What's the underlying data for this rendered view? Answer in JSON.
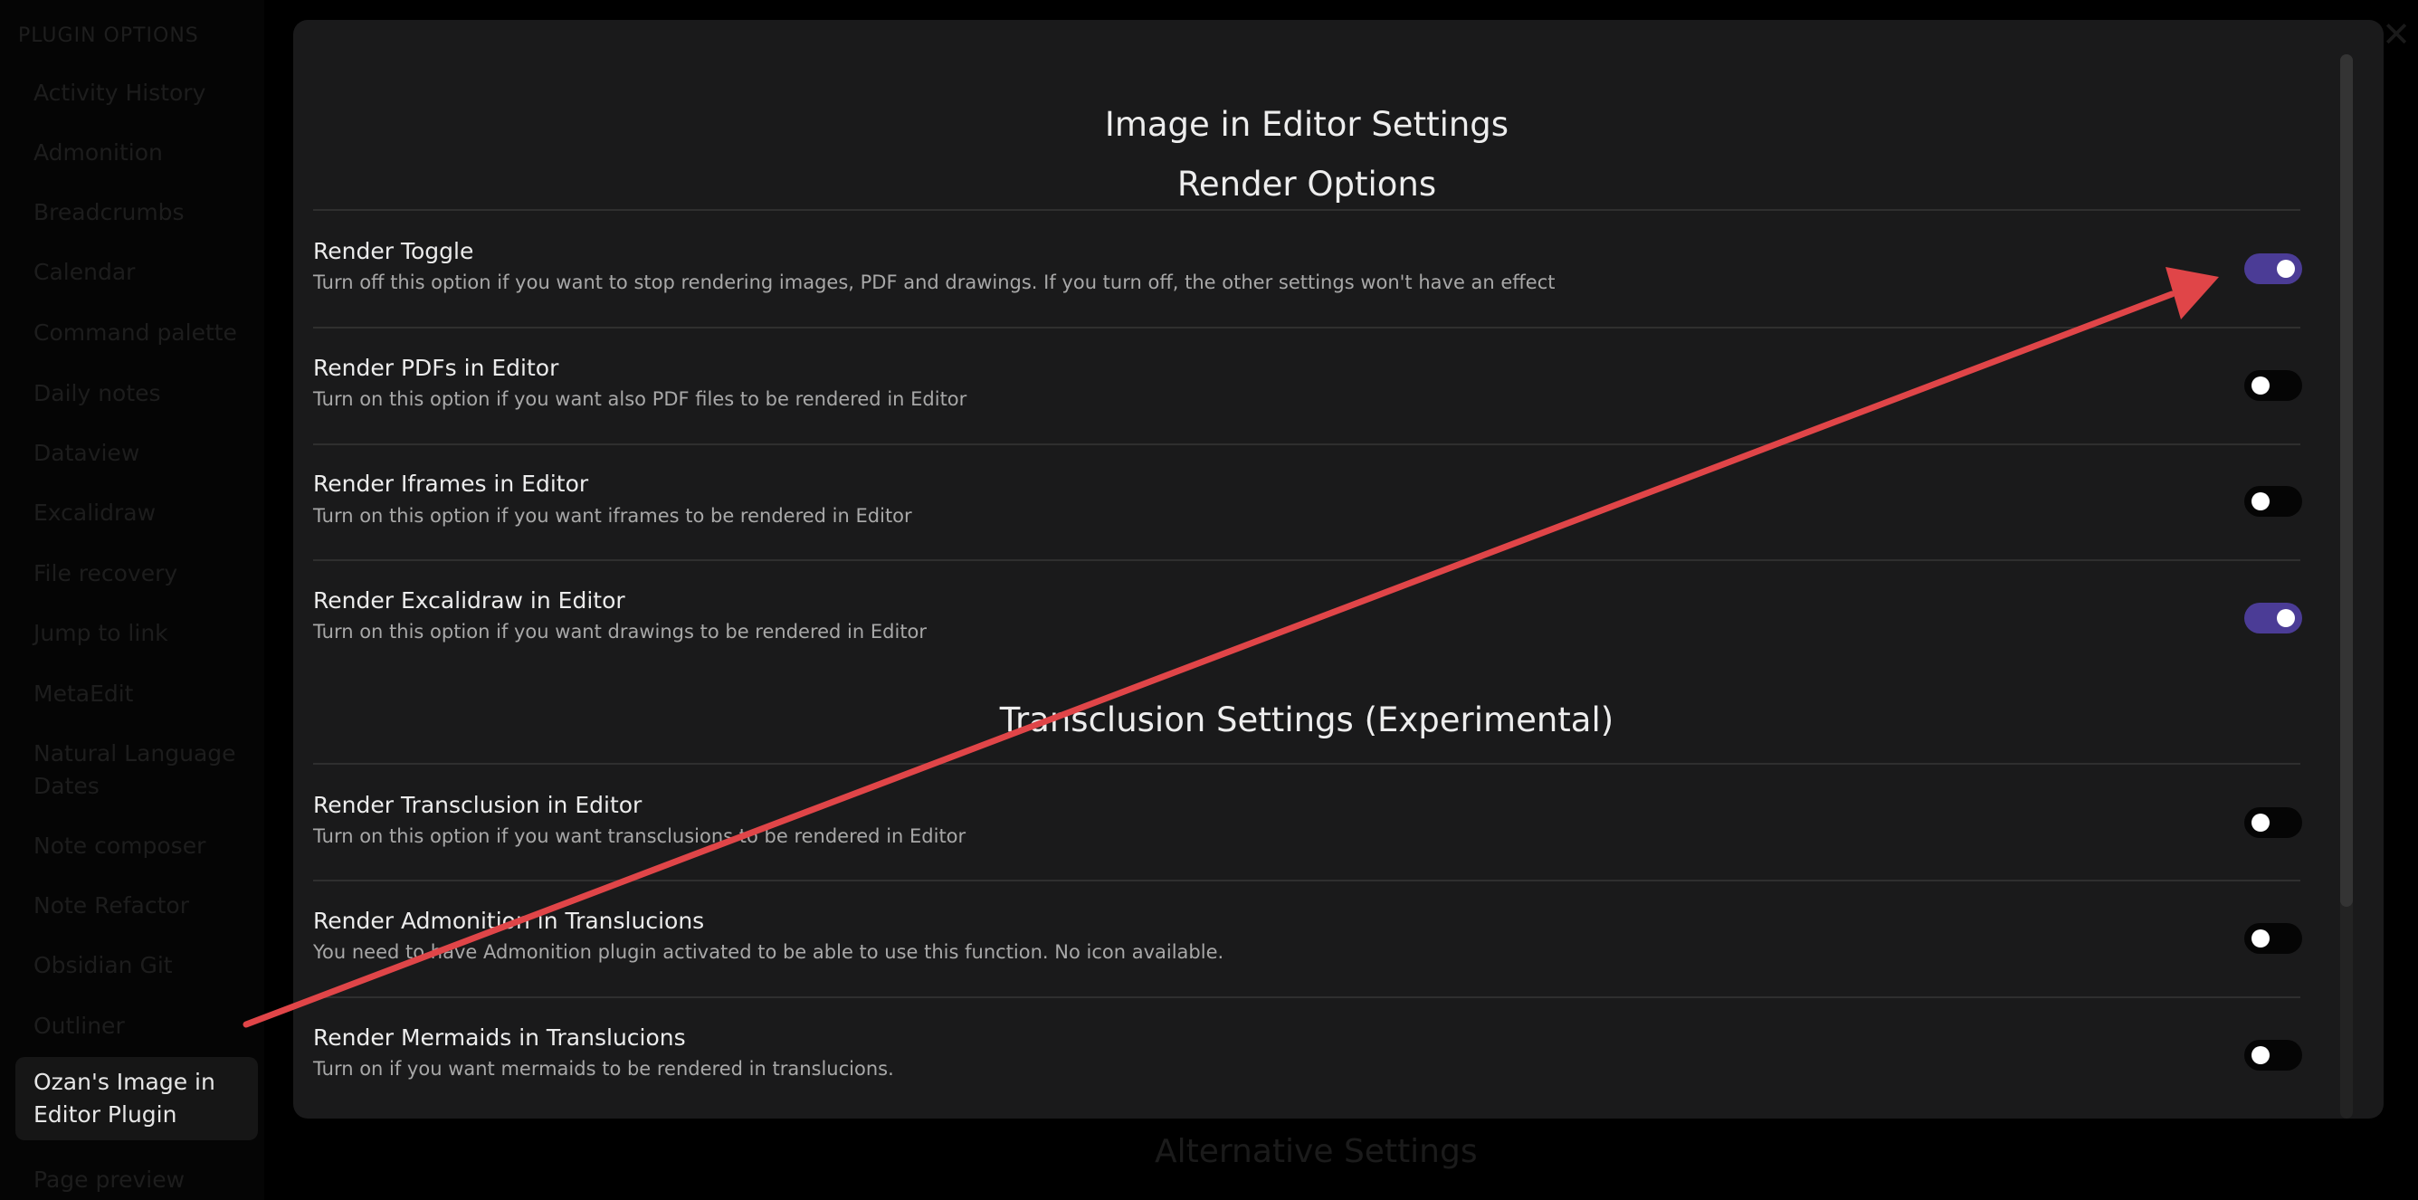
{
  "sidebar": {
    "header": "Plugin options",
    "items": [
      {
        "label": "Activity History"
      },
      {
        "label": "Admonition"
      },
      {
        "label": "Breadcrumbs"
      },
      {
        "label": "Calendar"
      },
      {
        "label": "Command palette"
      },
      {
        "label": "Daily notes"
      },
      {
        "label": "Dataview"
      },
      {
        "label": "Excalidraw"
      },
      {
        "label": "File recovery"
      },
      {
        "label": "Jump to link"
      },
      {
        "label": "MetaEdit"
      },
      {
        "label": "Natural Language Dates"
      },
      {
        "label": "Note composer"
      },
      {
        "label": "Note Refactor"
      },
      {
        "label": "Obsidian Git"
      },
      {
        "label": "Outliner"
      },
      {
        "label": "Ozan's Image in Editor Plugin",
        "active": true
      },
      {
        "label": "Page preview"
      }
    ]
  },
  "background": {
    "heading": "Alternative Settings",
    "close_icon": "close-icon"
  },
  "modal": {
    "title": "Image in Editor Settings",
    "sections": [
      {
        "heading": "Render Options",
        "settings": [
          {
            "name": "Render Toggle",
            "desc": "Turn off this option if you want to stop rendering images, PDF and drawings. If you turn off, the other settings won't have an effect",
            "enabled": true
          },
          {
            "name": "Render PDFs in Editor",
            "desc": "Turn on this option if you want also PDF files to be rendered in Editor",
            "enabled": false
          },
          {
            "name": "Render Iframes in Editor",
            "desc": "Turn on this option if you want iframes to be rendered in Editor",
            "enabled": false
          },
          {
            "name": "Render Excalidraw in Editor",
            "desc": "Turn on this option if you want drawings to be rendered in Editor",
            "enabled": true
          }
        ]
      },
      {
        "heading": "Transclusion Settings (Experimental)",
        "settings": [
          {
            "name": "Render Transclusion in Editor",
            "desc": "Turn on this option if you want transclusions to be rendered in Editor",
            "enabled": false
          },
          {
            "name": "Render Admonition in Translucions",
            "desc": "You need to have Admonition plugin activated to be able to use this function. No icon available.",
            "enabled": false
          },
          {
            "name": "Render Mermaids in Translucions",
            "desc": "Turn on if you want mermaids to be rendered in translucions.",
            "enabled": false
          }
        ]
      }
    ]
  },
  "colors": {
    "accent": "#4b3c96",
    "annotation_arrow": "#e04548",
    "modal_bg": "#1a1a1b"
  }
}
